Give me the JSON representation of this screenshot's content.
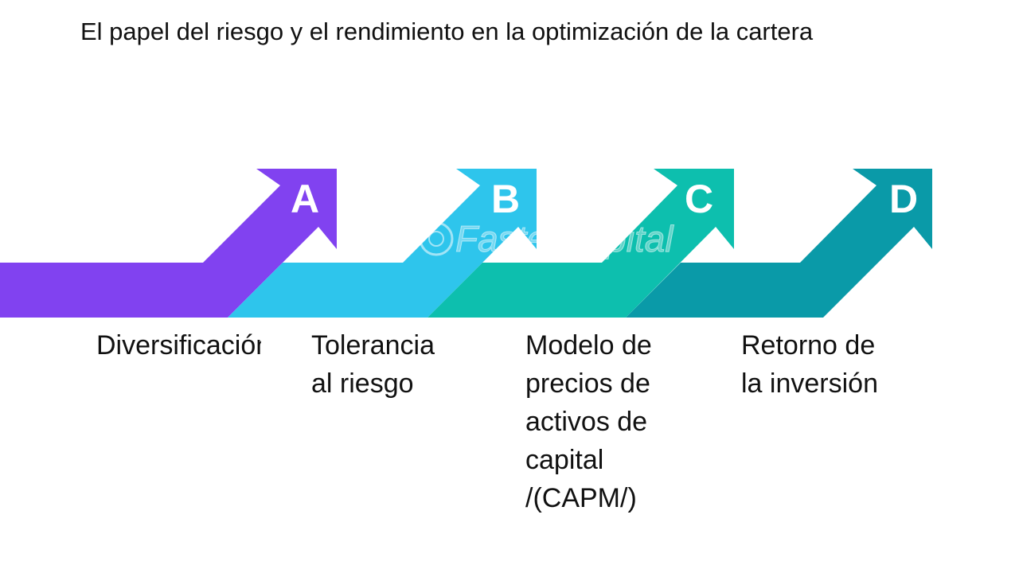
{
  "title": "El papel del riesgo y el rendimiento en la optimización de la cartera",
  "watermark": "FasterCapital",
  "steps": [
    {
      "letter": "A",
      "color": "#8142F0",
      "lines": [
        "Diversificación"
      ]
    },
    {
      "letter": "B",
      "color": "#2EC5EC",
      "lines": [
        "Tolerancia",
        "al riesgo"
      ]
    },
    {
      "letter": "C",
      "color": "#0DBFAE",
      "lines": [
        "Modelo de",
        "precios de",
        "activos de",
        "capital",
        "/(CAPM/)"
      ]
    },
    {
      "letter": "D",
      "color": "#0A9AA8",
      "lines": [
        "Retorno de",
        "la inversión"
      ]
    }
  ]
}
